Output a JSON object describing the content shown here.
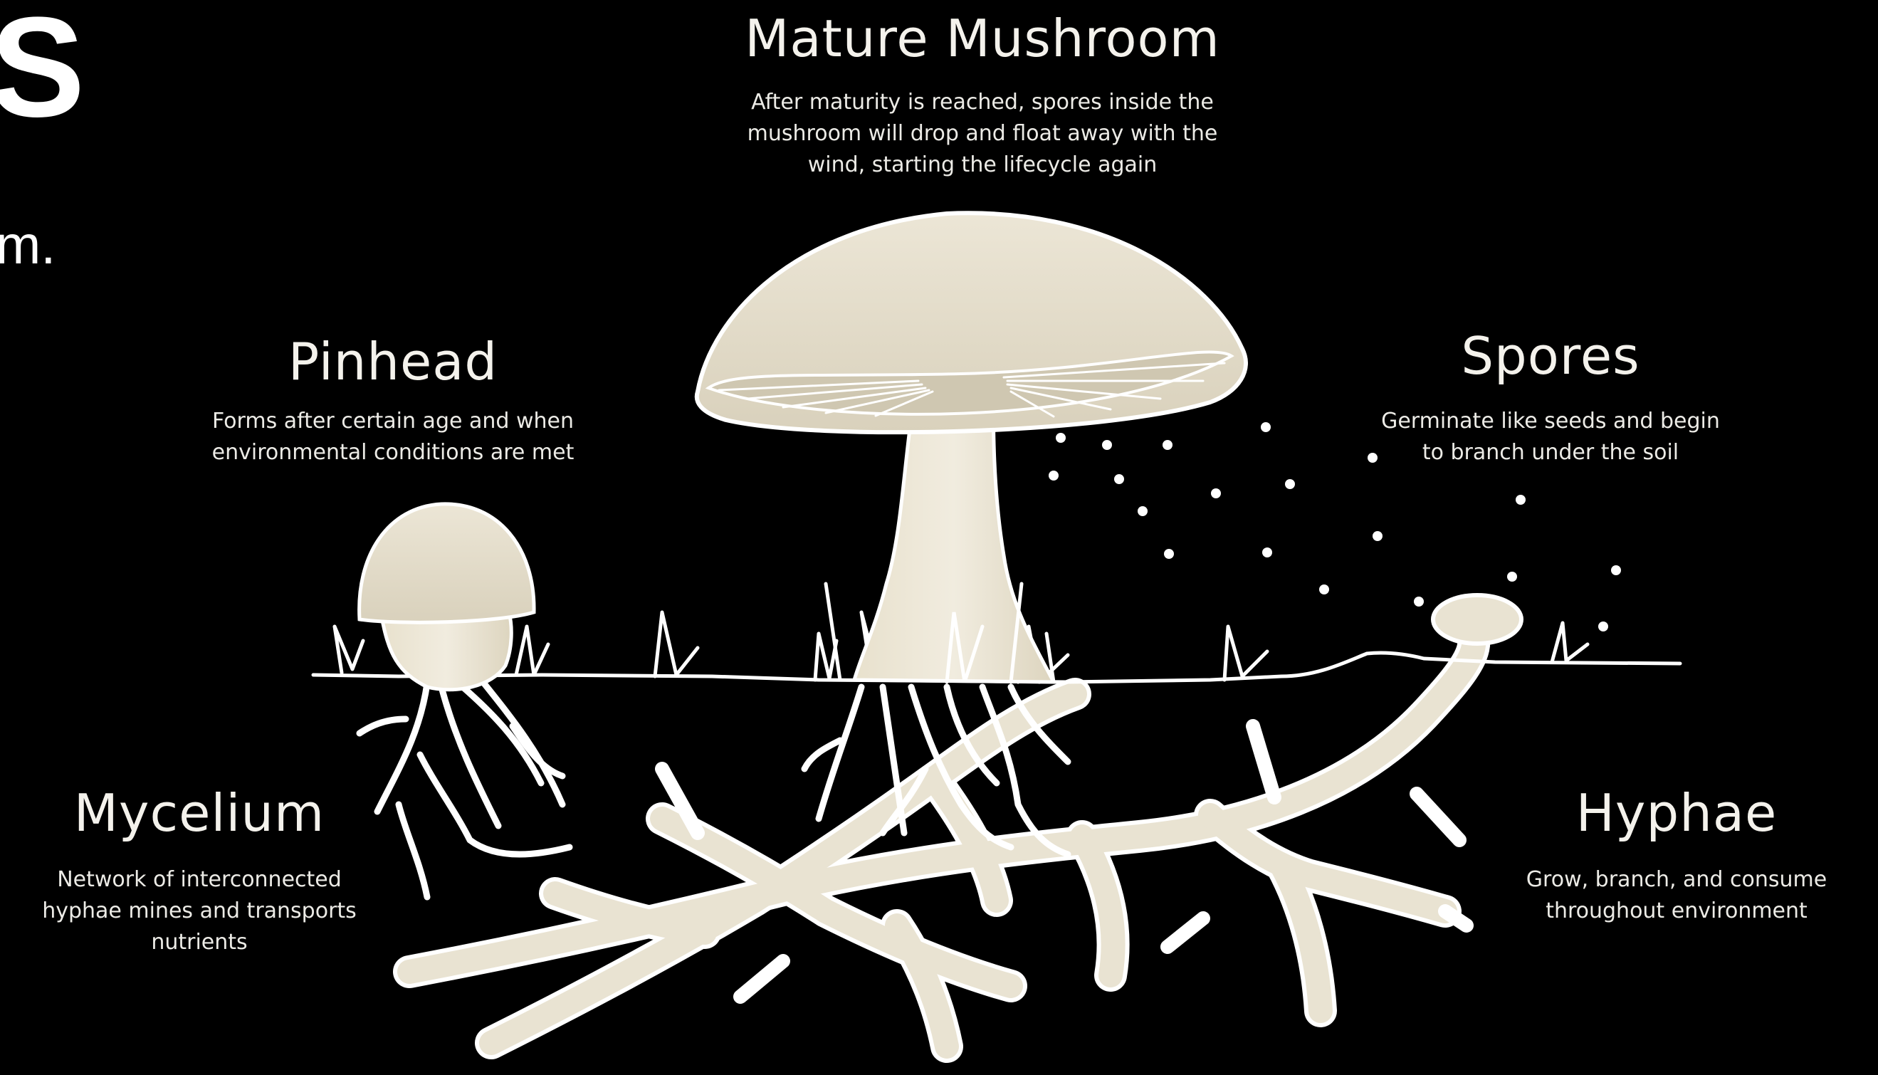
{
  "partial_text": {
    "top": "S",
    "middle": "m."
  },
  "stages": {
    "mature": {
      "title": "Mature Mushroom",
      "lines": [
        "After maturity is reached, spores inside the",
        "mushroom will drop and float away with the",
        "wind, starting the lifecycle again"
      ]
    },
    "pinhead": {
      "title": "Pinhead",
      "lines": [
        "Forms after certain age and when",
        "environmental conditions are met"
      ]
    },
    "spores": {
      "title": "Spores",
      "lines": [
        "Germinate like seeds and begin",
        "to branch under the soil"
      ]
    },
    "mycelium": {
      "title": "Mycelium",
      "lines": [
        "Network of interconnected",
        "hyphae mines and transports",
        "nutrients"
      ]
    },
    "hyphae": {
      "title": "Hyphae",
      "lines": [
        "Grow, branch, and consume",
        "throughout environment"
      ]
    }
  },
  "colors": {
    "background": "#000000",
    "cream": "#efeadb",
    "outline": "#ffffff"
  }
}
